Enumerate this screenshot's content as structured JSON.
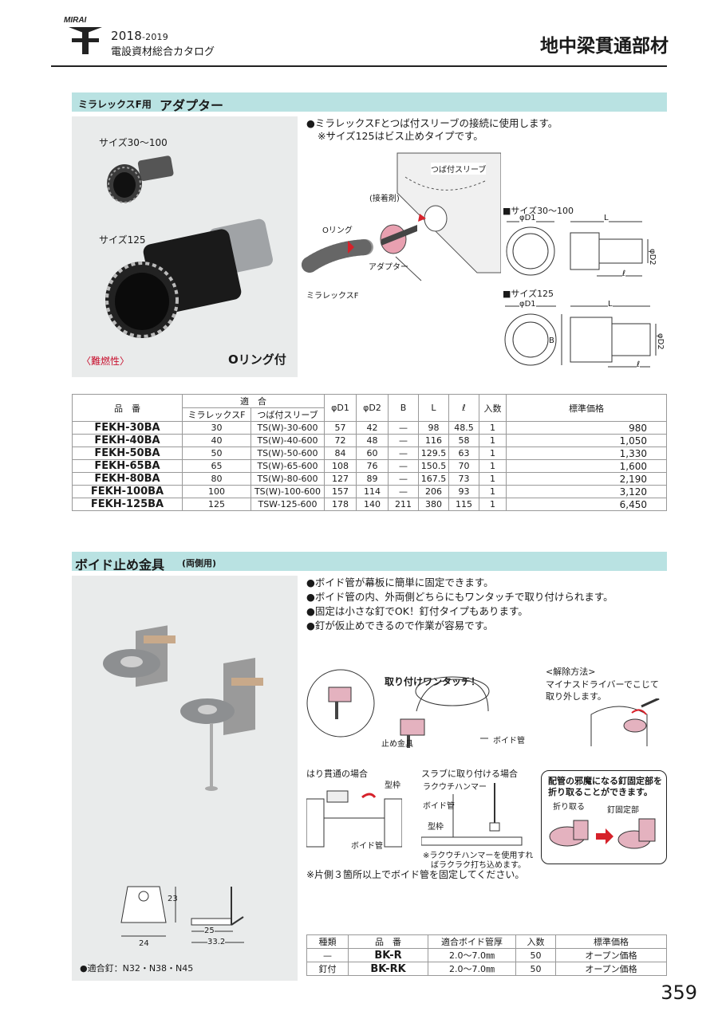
{
  "header": {
    "logo_text": "MIRAI",
    "year": "2018",
    "year_suffix": "-2019",
    "catalog": "電設資材総合カタログ",
    "title": "地中梁貫通部材"
  },
  "adapter": {
    "band_sub": "ミラレックスF用",
    "band_main": "アダプター",
    "photo": {
      "size_small": "サイズ30～100",
      "size_large": "サイズ125",
      "flame": "〈難燃性〉",
      "oring": "Oリング付"
    },
    "bullets": [
      "●ミラレックスFとつば付スリーブの接続に使用します。",
      "※サイズ125はビス止めタイプです。"
    ],
    "diagram_labels": {
      "sleeve": "つば付スリーブ",
      "adhesive": "(接着剤)",
      "oring": "Oリング",
      "adapter": "アダプター",
      "mirarex": "ミラレックスF"
    },
    "dimension_labels": {
      "size_small": "■サイズ30～100",
      "size_large": "■サイズ125",
      "d1": "φD1",
      "d2": "φD2",
      "L": "L",
      "l": "ℓ",
      "B": "B"
    },
    "table": {
      "headers": {
        "code": "品　番",
        "fit": "適　合",
        "fit_a": "ミラレックスF",
        "fit_b": "つば付スリーブ",
        "d1": "φD1",
        "d2": "φD2",
        "b": "B",
        "l_big": "L",
        "l_small": "ℓ",
        "qty": "入数",
        "price": "標準価格"
      },
      "rows": [
        {
          "code": "FEKH-30BA",
          "a": "30",
          "b": "TS(W)-30-600",
          "d1": "57",
          "d2": "42",
          "bb": "—",
          "L": "98",
          "l": "48.5",
          "q": "1",
          "price": "980"
        },
        {
          "code": "FEKH-40BA",
          "a": "40",
          "b": "TS(W)-40-600",
          "d1": "72",
          "d2": "48",
          "bb": "—",
          "L": "116",
          "l": "58",
          "q": "1",
          "price": "1,050"
        },
        {
          "code": "FEKH-50BA",
          "a": "50",
          "b": "TS(W)-50-600",
          "d1": "84",
          "d2": "60",
          "bb": "—",
          "L": "129.5",
          "l": "63",
          "q": "1",
          "price": "1,330"
        },
        {
          "code": "FEKH-65BA",
          "a": "65",
          "b": "TS(W)-65-600",
          "d1": "108",
          "d2": "76",
          "bb": "—",
          "L": "150.5",
          "l": "70",
          "q": "1",
          "price": "1,600"
        },
        {
          "code": "FEKH-80BA",
          "a": "80",
          "b": "TS(W)-80-600",
          "d1": "127",
          "d2": "89",
          "bb": "—",
          "L": "167.5",
          "l": "73",
          "q": "1",
          "price": "2,190"
        },
        {
          "code": "FEKH-100BA",
          "a": "100",
          "b": "TS(W)-100-600",
          "d1": "157",
          "d2": "114",
          "bb": "—",
          "L": "206",
          "l": "93",
          "q": "1",
          "price": "3,120"
        },
        {
          "code": "FEKH-125BA",
          "a": "125",
          "b": "TSW-125-600",
          "d1": "178",
          "d2": "140",
          "bb": "211",
          "L": "380",
          "l": "115",
          "q": "1",
          "price": "6,450"
        }
      ]
    }
  },
  "void": {
    "band_main": "ボイド止め金具",
    "band_sub": "(両側用)",
    "bullets": [
      "●ボイド管が幕板に簡単に固定できます。",
      "●ボイド管の内、外両側どちらにもワンタッチで取り付けられます。",
      "●固定は小さな釘でOK！釘付タイプもあります。",
      "●釘が仮止めできるので作業が容易です。"
    ],
    "install_title": "取り付けワンタッチ！",
    "install_labels": {
      "clamp": "止め金具",
      "pipe": "ボイド管"
    },
    "release": {
      "title": "<解除方法>",
      "text1": "マイナスドライバーでこじて",
      "text2": "取り外します。"
    },
    "beam": {
      "title": "はり貫通の場合",
      "form": "型枠",
      "pipe": "ボイド管"
    },
    "slab": {
      "title": "スラブに取り付ける場合",
      "hammer": "ラクウチハンマー",
      "pipe": "ボイド管",
      "form": "型枠",
      "note1": "※ラクウチハンマーを使用すれ",
      "note2": "ばラクラク打ち込めます。"
    },
    "breakoff": {
      "title1": "配管の邪魔になる釘固定部を",
      "title2": "折り取ることができます。",
      "break": "折り取る",
      "fixing": "釘固定部"
    },
    "caution": "※片側３箇所以上でボイド管を固定してください。",
    "dims": {
      "h": "23",
      "w": "24",
      "w2": "25",
      "w3": "33.2"
    },
    "nails": "●適合釘：N32・N38・N45",
    "table": {
      "headers": {
        "kind": "種類",
        "code": "品　番",
        "thickness": "適合ボイド管厚",
        "qty": "入数",
        "price": "標準価格"
      },
      "rows": [
        {
          "kind": "—",
          "code": "BK-R",
          "thickness": "2.0～7.0㎜",
          "qty": "50",
          "price": "オープン価格"
        },
        {
          "kind": "釘付",
          "code": "BK-RK",
          "thickness": "2.0～7.0㎜",
          "qty": "50",
          "price": "オープン価格"
        }
      ]
    }
  },
  "page_number": "359",
  "colors": {
    "band": "#b9e2e2",
    "accent_red": "#d6212a",
    "flame_red": "#c8102e",
    "photo_bg": "#e9ebeb"
  }
}
